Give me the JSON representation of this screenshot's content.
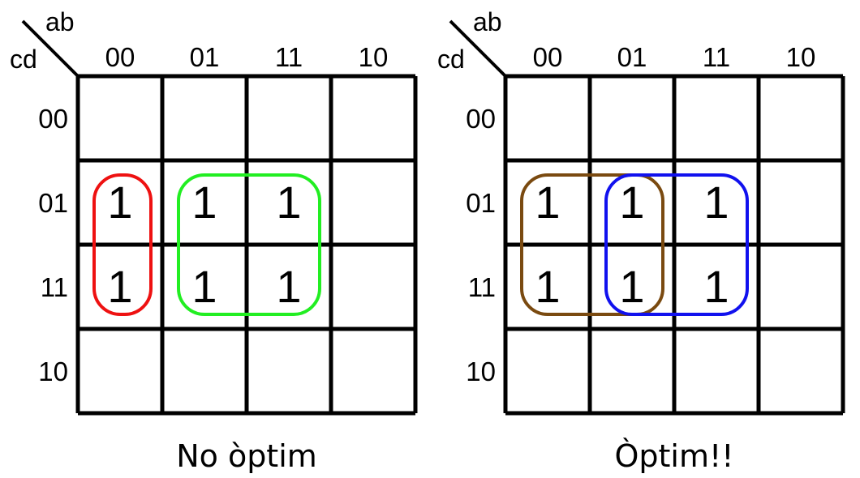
{
  "maps": [
    {
      "row_var": "cd",
      "col_var": "ab",
      "col_labels": [
        "00",
        "01",
        "11",
        "10"
      ],
      "row_labels": [
        "00",
        "01",
        "11",
        "10"
      ],
      "cells": [
        [
          "",
          "",
          "",
          ""
        ],
        [
          "1",
          "1",
          "1",
          ""
        ],
        [
          "1",
          "1",
          "1",
          ""
        ],
        [
          "",
          "",
          "",
          ""
        ]
      ],
      "groups": [
        {
          "color": "#ee1111",
          "rows": [
            1,
            2
          ],
          "cols": [
            0,
            0
          ]
        },
        {
          "color": "#22ee22",
          "rows": [
            1,
            2
          ],
          "cols": [
            1,
            2
          ]
        }
      ],
      "caption": "No òptim"
    },
    {
      "row_var": "cd",
      "col_var": "ab",
      "col_labels": [
        "00",
        "01",
        "11",
        "10"
      ],
      "row_labels": [
        "00",
        "01",
        "11",
        "10"
      ],
      "cells": [
        [
          "",
          "",
          "",
          ""
        ],
        [
          "1",
          "1",
          "1",
          ""
        ],
        [
          "1",
          "1",
          "1",
          ""
        ],
        [
          "",
          "",
          "",
          ""
        ]
      ],
      "groups": [
        {
          "color": "#7a4a10",
          "rows": [
            1,
            2
          ],
          "cols": [
            0,
            1
          ]
        },
        {
          "color": "#1111ee",
          "rows": [
            1,
            2
          ],
          "cols": [
            1,
            2
          ]
        }
      ],
      "caption": "Òptim!!"
    }
  ]
}
